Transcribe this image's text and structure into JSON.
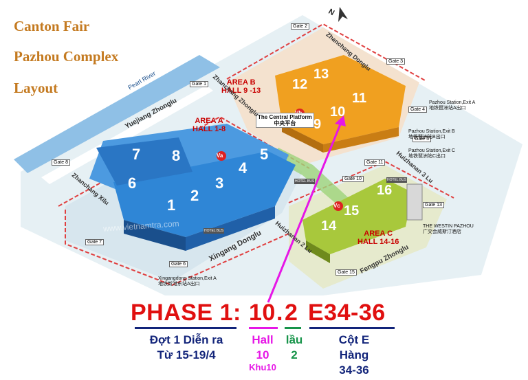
{
  "title": [
    "Canton Fair",
    "Pazhou Complex",
    "Layout"
  ],
  "compass": "N",
  "river": "Pearl River",
  "watermark": "www.vietnamtra.com",
  "gates": {
    "g1": "Gate 1",
    "g2": "Gate 2",
    "g3": "Gate 3",
    "g4": "Gate 4",
    "g5": "Gate 5",
    "g6": "Gate 6",
    "g7": "Gate 7",
    "g8": "Gate 8",
    "g10": "Gate 10",
    "g11": "Gate 11",
    "g13": "Gate 13",
    "g15": "Gate 15"
  },
  "roads": {
    "yuejiang": "Yuejiang Zhonglu",
    "zhanchang_xilu": "Zhanchang Xilu",
    "zhanchang_zhonglu": "Zhanchang Zhonglu",
    "zhanchang_donglu": "Zhanchang Donglu",
    "xingang": "Xingang Donglu",
    "huizhan2": "Huizhanan 2 Lu",
    "huizhan3": "Huizhanan 3 Lu",
    "fengpu": "Fengpu Zhonglu"
  },
  "areas": {
    "a": {
      "name": "AREA A",
      "halls": "HALL 1-8",
      "marker": "Va"
    },
    "b": {
      "name": "AREA B",
      "halls": "HALL 9 -13",
      "marker": "Vb"
    },
    "c": {
      "name": "AREA C",
      "halls": "HALL 14-16",
      "marker": "Vc"
    }
  },
  "hall_numbers": {
    "h1": "1",
    "h2": "2",
    "h3": "3",
    "h4": "4",
    "h5": "5",
    "h6": "6",
    "h7": "7",
    "h8": "8",
    "h9": "9",
    "h10": "10",
    "h11": "11",
    "h12": "12",
    "h13": "13",
    "h14": "14",
    "h15": "15",
    "h16": "16"
  },
  "platform": {
    "en": "The Central Platform",
    "cn": "中央平台"
  },
  "stations": {
    "pazhou_a": {
      "en": "Pazhou Station,Exit A",
      "cn": "地铁琶洲站A出口"
    },
    "pazhou_b": {
      "en": "Pazhou Station,Exit B",
      "cn": "地铁琶洲站B出口"
    },
    "pazhou_c": {
      "en": "Pazhou Station,Exit C",
      "cn": "地铁琶洲站C出口"
    },
    "xingang": {
      "en": "Xingangdong Station,Exit A",
      "cn": "地铁新港东站A出口"
    }
  },
  "westin": {
    "en": "THE WESTIN PAZHOU",
    "cn": "广交会威斯汀酒店"
  },
  "hotel_bus": "HOTEL BUS",
  "colors": {
    "area_a": "#2f86d6",
    "area_b": "#f0a020",
    "area_c": "#a8c83c",
    "phase": "#e01010",
    "navy": "#12247a",
    "magenta": "#e617e6",
    "green": "#17944a"
  },
  "phase_parts": {
    "prefix": "PHASE 1:",
    "hall": "10",
    "dot": ".",
    "floor": "2",
    "booth": "E34-36"
  },
  "legend": {
    "phase_line1": "Đợt 1 Diễn ra",
    "phase_line2": "Từ 15-19/4",
    "hall_line1": "Hall",
    "hall_line2": "10",
    "hall_line3": "Khu10",
    "floor_line1": "lầu",
    "floor_line2": "2",
    "booth_line1": "Cột E",
    "booth_line2": "Hàng",
    "booth_line3": "34-36"
  }
}
